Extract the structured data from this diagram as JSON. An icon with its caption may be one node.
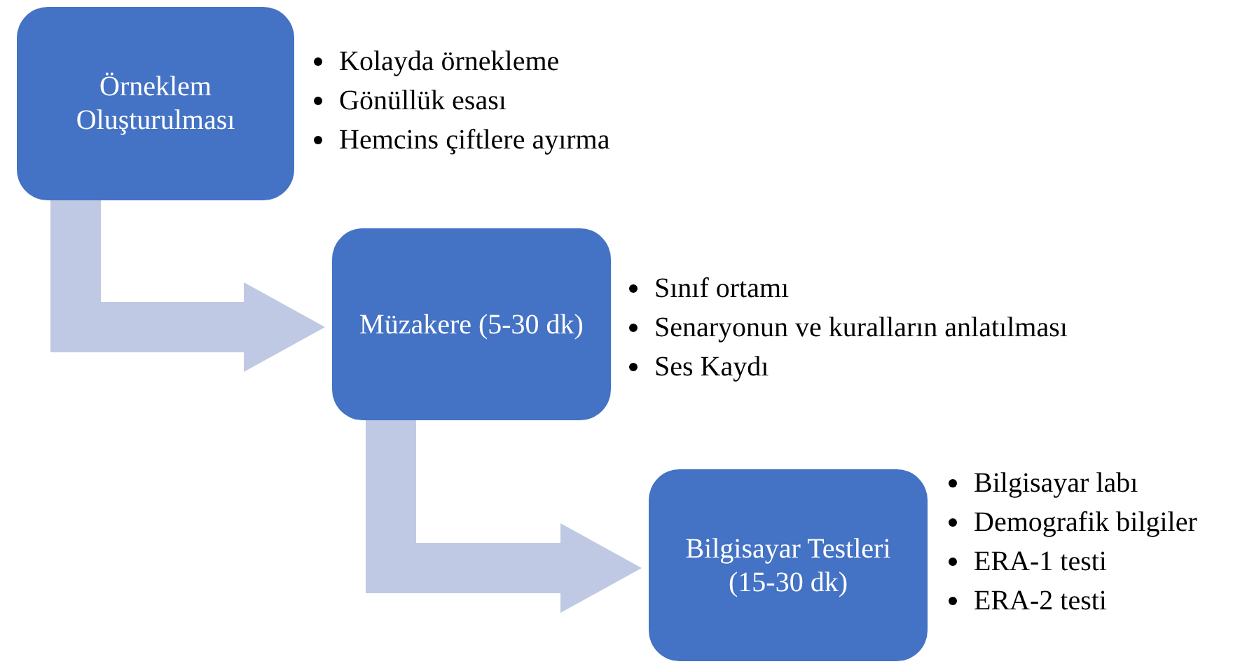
{
  "diagram": {
    "nodes": [
      {
        "text": [
          "Örneklem Oluşturulması"
        ],
        "beside": [
          "Kolayda örnekleme",
          "Gönüllük esası",
          "Hemcins çiftlere ayırma"
        ]
      },
      {
        "text": [
          "Müzakere (5-30 dk)"
        ],
        "beside": [
          "Sınıf ortamı",
          "Senaryonun ve kuralların anlatılması",
          "Ses Kaydı"
        ]
      },
      {
        "text": [
          "Bilgisayar Testleri (15-30 dk)"
        ],
        "beside": [
          "Bilgisayar labı",
          "Demografik bilgiler",
          "ERA-1 testi",
          "ERA-2 testi"
        ]
      }
    ],
    "edges": [
      {
        "from": 0,
        "to": 1,
        "arrow": "to"
      },
      {
        "from": 1,
        "to": 2,
        "arrow": "to"
      }
    ]
  }
}
